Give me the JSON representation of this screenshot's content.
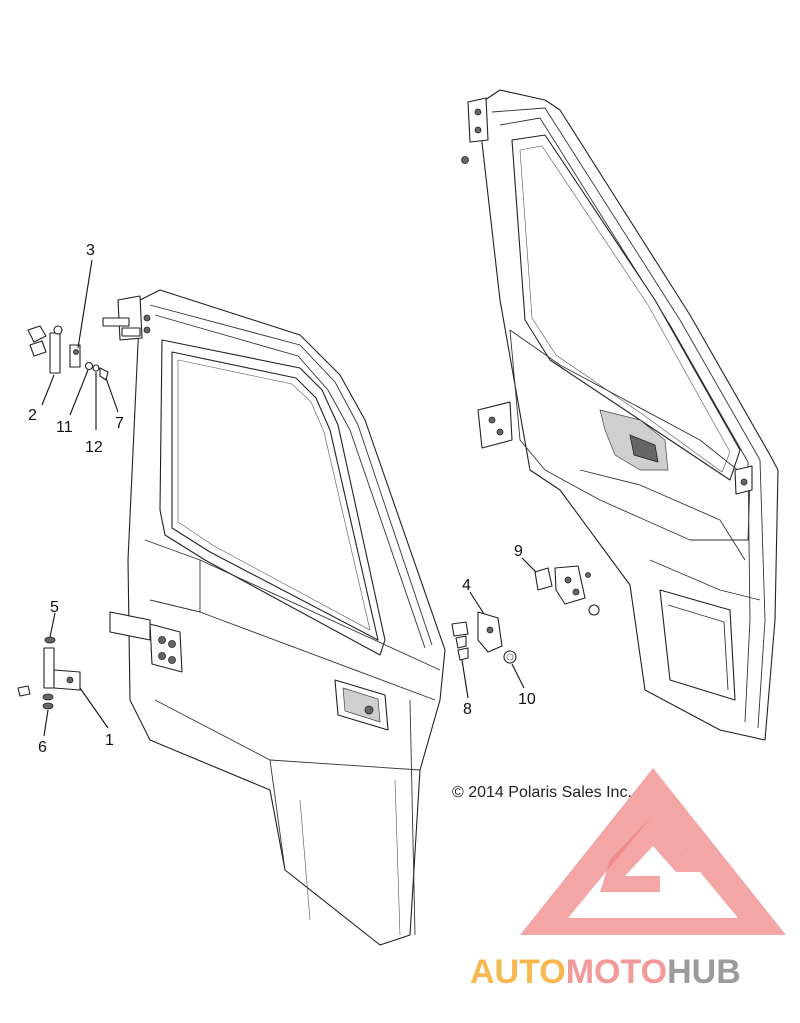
{
  "diagram": {
    "callouts": [
      {
        "id": "1",
        "label": "1"
      },
      {
        "id": "2",
        "label": "2"
      },
      {
        "id": "3",
        "label": "3"
      },
      {
        "id": "4",
        "label": "4"
      },
      {
        "id": "5",
        "label": "5"
      },
      {
        "id": "6",
        "label": "6"
      },
      {
        "id": "7",
        "label": "7"
      },
      {
        "id": "8",
        "label": "8"
      },
      {
        "id": "9",
        "label": "9"
      },
      {
        "id": "10",
        "label": "10"
      },
      {
        "id": "11",
        "label": "11"
      },
      {
        "id": "12",
        "label": "12"
      }
    ],
    "copyright": "© 2014 Polaris Sales Inc."
  },
  "watermark": {
    "part1": "AUTO",
    "part2": "MOTO",
    "part3": "HUB",
    "colors": {
      "orange": "#f5a623",
      "red": "#f08080",
      "gray": "#8a8a8a"
    }
  }
}
